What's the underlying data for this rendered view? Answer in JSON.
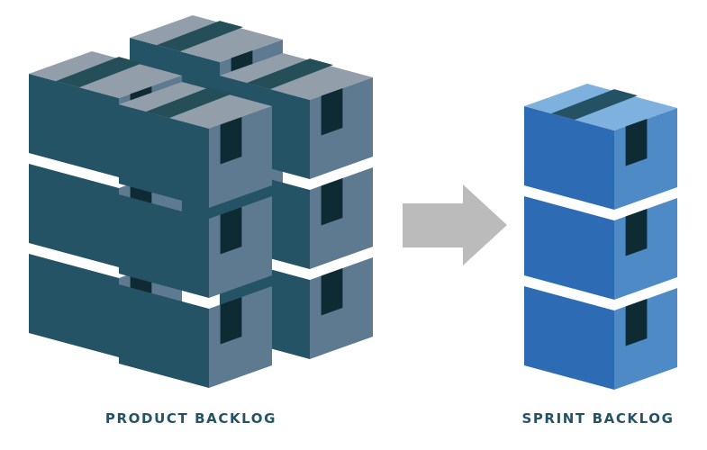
{
  "product_backlog": {
    "label": "PRODUCT BACKLOG",
    "colors": {
      "front": "#245366",
      "side": "#5d7a90",
      "top": "#929ea9",
      "tape": "#244e58",
      "tape_side": "#0e2b34"
    },
    "label_color": "#245366"
  },
  "sprint_backlog": {
    "label": "SPRINT BACKLOG",
    "colors": {
      "front": "#2d6cb5",
      "side": "#4e8ac6",
      "top": "#7fb1df",
      "tape": "#245264",
      "tape_side": "#0e2b34"
    },
    "label_color": "#245366"
  },
  "arrow": {
    "color": "#bbbbbb",
    "direction": "right"
  }
}
